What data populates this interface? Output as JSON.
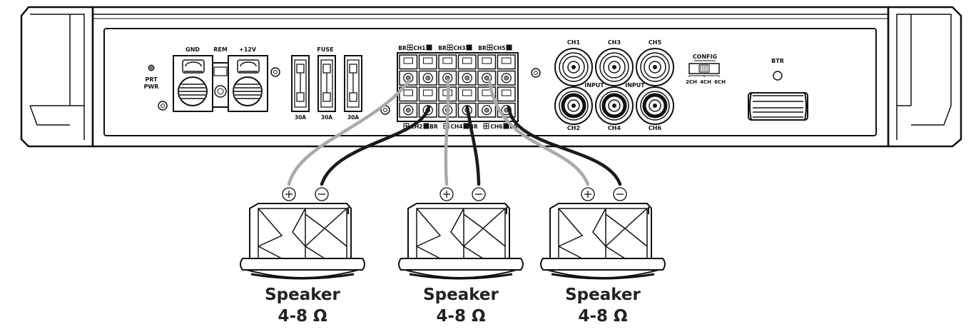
{
  "power_terminals": {
    "gnd": "GND",
    "rem": "REM",
    "pos12v": "+12V"
  },
  "protect_led": {
    "line1": "PRT",
    "line2": "PWR"
  },
  "fuses": {
    "title": "FUSE",
    "ratings": [
      "30A",
      "30A",
      "30A"
    ]
  },
  "speaker_terminals": {
    "top_labels": [
      {
        "br": "BR",
        "ch": "CH1"
      },
      {
        "br": "BR",
        "ch": "CH3"
      },
      {
        "br": "BR",
        "ch": "CH5"
      }
    ],
    "bottom_labels": [
      {
        "ch": "CH2",
        "br": "BR"
      },
      {
        "ch": "CH4",
        "br": "BR"
      },
      {
        "ch": "CH6",
        "br": "BR"
      }
    ]
  },
  "rca_inputs": {
    "top": [
      "CH1",
      "CH3",
      "CH5"
    ],
    "bottom": [
      "CH2",
      "CH4",
      "CH6"
    ],
    "input_labels": [
      "INPUT",
      "INPUT"
    ]
  },
  "config_switch": {
    "title": "CONFIG",
    "options": [
      "2CH",
      "4CH",
      "6CH"
    ]
  },
  "btr": {
    "label": "BTR"
  },
  "polarity": {
    "positive": "+",
    "negative": "-"
  },
  "speakers": [
    {
      "name": "Speaker",
      "impedance": "4-8 Ω"
    },
    {
      "name": "Speaker",
      "impedance": "4-8 Ω"
    },
    {
      "name": "Speaker",
      "impedance": "4-8 Ω"
    }
  ],
  "colors": {
    "outline": "#111111",
    "positive_wire": "#aaaaaa",
    "negative_wire": "#1a1a1a",
    "caption": "#222222"
  }
}
